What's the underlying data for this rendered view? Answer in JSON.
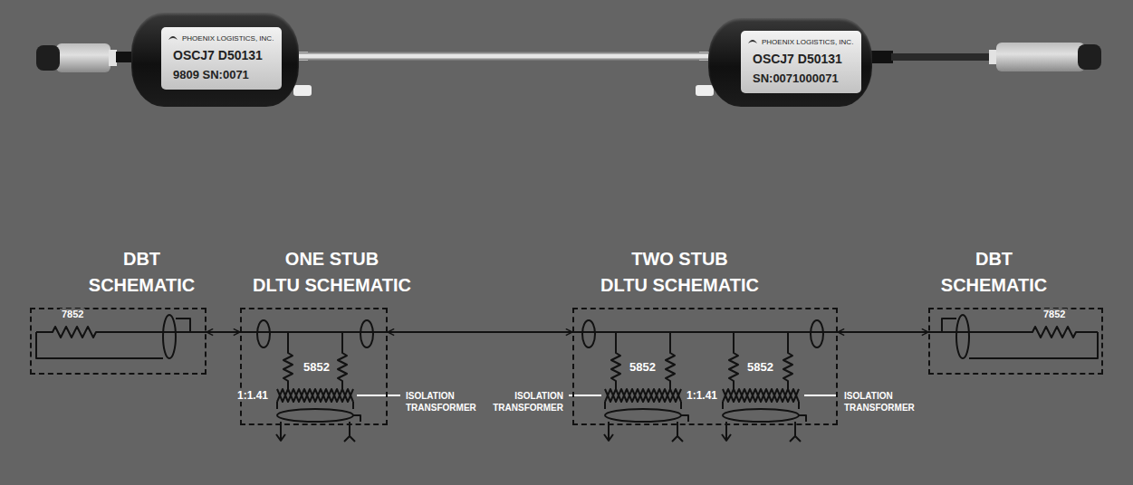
{
  "diagram": {
    "nodes": [
      {
        "text": [
          "PHOENIX LOGISTICS, INC.",
          "OSCJ7 D50131",
          "9809 SN:0071"
        ]
      },
      {
        "text": [
          "PHOENIX LOGISTICS, INC.",
          "OSCJ7 D50131",
          "SN:0071000071"
        ]
      },
      {
        "text": [
          "DBT SCHEMATIC"
        ]
      },
      {
        "text": [
          "ONE STUB DLTU SCHEMATIC"
        ]
      },
      {
        "text": [
          "TWO STUB DLTU SCHEMATIC"
        ]
      },
      {
        "text": [
          "DBT SCHEMATIC"
        ]
      }
    ],
    "edges": [
      {
        "from": 0,
        "to": 1,
        "arrow": "none"
      },
      {
        "from": 2,
        "to": 3,
        "arrow": "both"
      },
      {
        "from": 3,
        "to": 4,
        "arrow": "both"
      },
      {
        "from": 4,
        "to": 5,
        "arrow": "both"
      }
    ],
    "labels": [
      "7852",
      "5852",
      "1:1.41",
      "ISOLATION TRANSFORMER",
      "ISOLATION TRANSFORMER",
      "5852",
      "5852",
      "1:1.41",
      "ISOLATION TRANSFORMER",
      "7852"
    ]
  }
}
